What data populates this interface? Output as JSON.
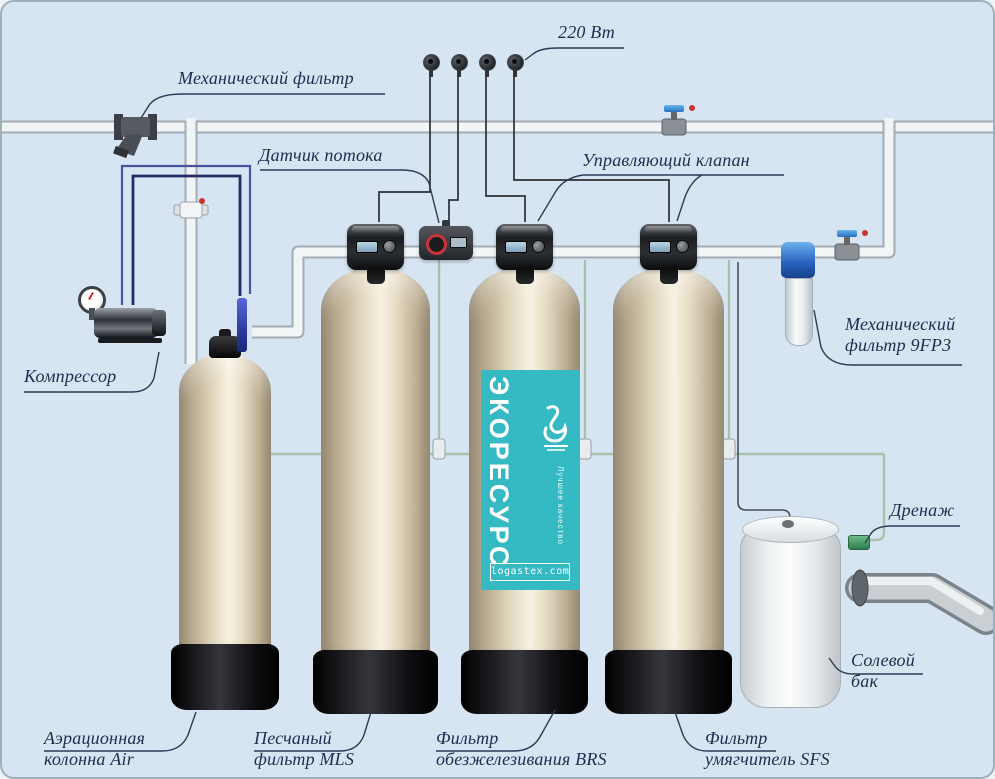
{
  "labels": {
    "mech_filter_top": "Механический фильтр",
    "power": "220 Вт",
    "flow_sensor": "Датчик потока",
    "control_valve": "Управляющий клапан",
    "mech_filter_right_l1": "Механический",
    "mech_filter_right_l2": "фильтр 9FP3",
    "compressor": "Компрессор",
    "drainage": "Дренаж",
    "salt_tank_l1": "Солевой",
    "salt_tank_l2": "бак",
    "tank_air_l1": "Аэрационная",
    "tank_air_l2": "колонна Air",
    "tank_mls_l1": "Песчаный",
    "tank_mls_l2": "фильтр MLS",
    "tank_brs_l1": "Фильтр",
    "tank_brs_l2": "обезжелезивания BRS",
    "tank_sfs_l1": "Фильтр",
    "tank_sfs_l2": "умягчитель SFS"
  },
  "watermark": {
    "brand": "ЭКОРЕСУРС",
    "tagline": "Лучшее качество",
    "site": "logastex.com",
    "color": "#35b9c3"
  },
  "colors": {
    "background": "#d7e5f2",
    "label_text": "#1e2c4f",
    "pipe": "#f2f5f6",
    "tank_beige": "#e9dfc9",
    "valve_blue": "#2a6fc0",
    "drain_green": "#2f7d4e"
  }
}
